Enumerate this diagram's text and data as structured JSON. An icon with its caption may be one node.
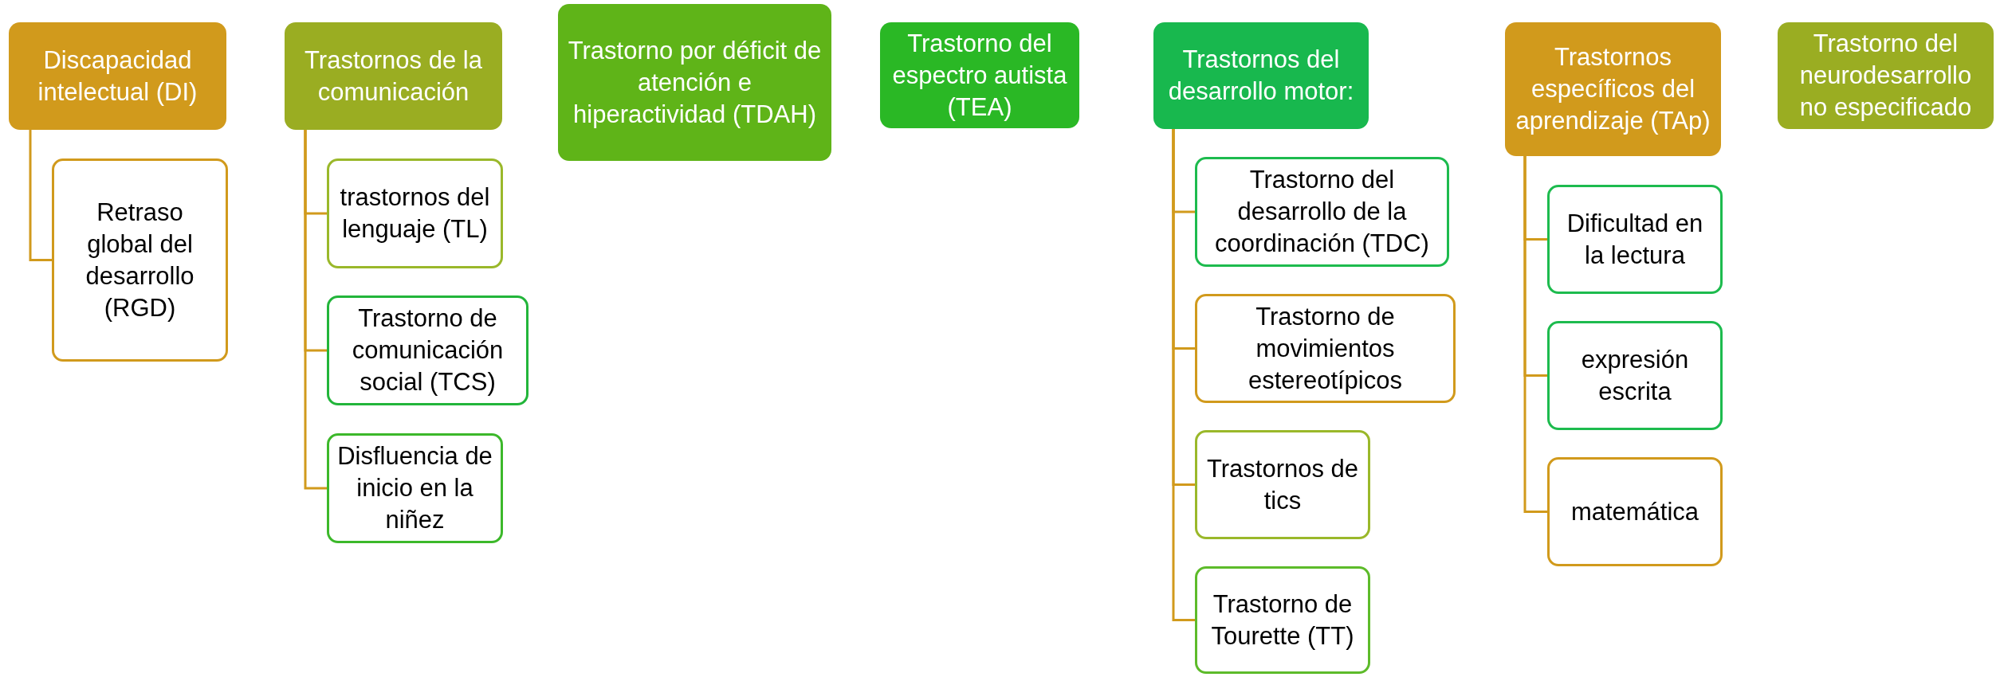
{
  "diagram": {
    "nodes": [
      {
        "text": [
          "Discapacidad intelectual (DI)"
        ]
      },
      {
        "text": [
          "Retraso global del desarrollo (RGD)"
        ]
      },
      {
        "text": [
          "Trastornos de la comunicación"
        ]
      },
      {
        "text": [
          "trastornos del lenguaje (TL)"
        ]
      },
      {
        "text": [
          "Trastorno de comunicación social (TCS)"
        ]
      },
      {
        "text": [
          "Disfluencia de inicio en la niñez"
        ]
      },
      {
        "text": [
          "Trastorno por déficit de atención e hiperactividad (TDAH)"
        ]
      },
      {
        "text": [
          "Trastorno del espectro autista (TEA)"
        ]
      },
      {
        "text": [
          "Trastornos del desarrollo motor:"
        ]
      },
      {
        "text": [
          "Trastorno del desarrollo de la coordinación (TDC)"
        ]
      },
      {
        "text": [
          "Trastorno de movimientos estereotípicos"
        ]
      },
      {
        "text": [
          "Trastornos de tics"
        ]
      },
      {
        "text": [
          "Trastorno de Tourette (TT)"
        ]
      },
      {
        "text": [
          "Trastornos específicos del aprendizaje (TAp)"
        ]
      },
      {
        "text": [
          "Dificultad en la lectura"
        ]
      },
      {
        "text": [
          "expresión escrita"
        ]
      },
      {
        "text": [
          "matemática"
        ]
      },
      {
        "text": [
          "Trastorno del neurodesarrollo no especificado"
        ]
      }
    ],
    "edges": [
      {
        "from": 0,
        "to": 1,
        "arrow": "none"
      },
      {
        "from": 2,
        "to": 3,
        "arrow": "none"
      },
      {
        "from": 2,
        "to": 4,
        "arrow": "none"
      },
      {
        "from": 2,
        "to": 5,
        "arrow": "none"
      },
      {
        "from": 8,
        "to": 9,
        "arrow": "none"
      },
      {
        "from": 8,
        "to": 10,
        "arrow": "none"
      },
      {
        "from": 8,
        "to": 11,
        "arrow": "none"
      },
      {
        "from": 8,
        "to": 12,
        "arrow": "none"
      },
      {
        "from": 13,
        "to": 14,
        "arrow": "none"
      },
      {
        "from": 13,
        "to": 15,
        "arrow": "none"
      },
      {
        "from": 13,
        "to": 16,
        "arrow": "none"
      }
    ]
  }
}
